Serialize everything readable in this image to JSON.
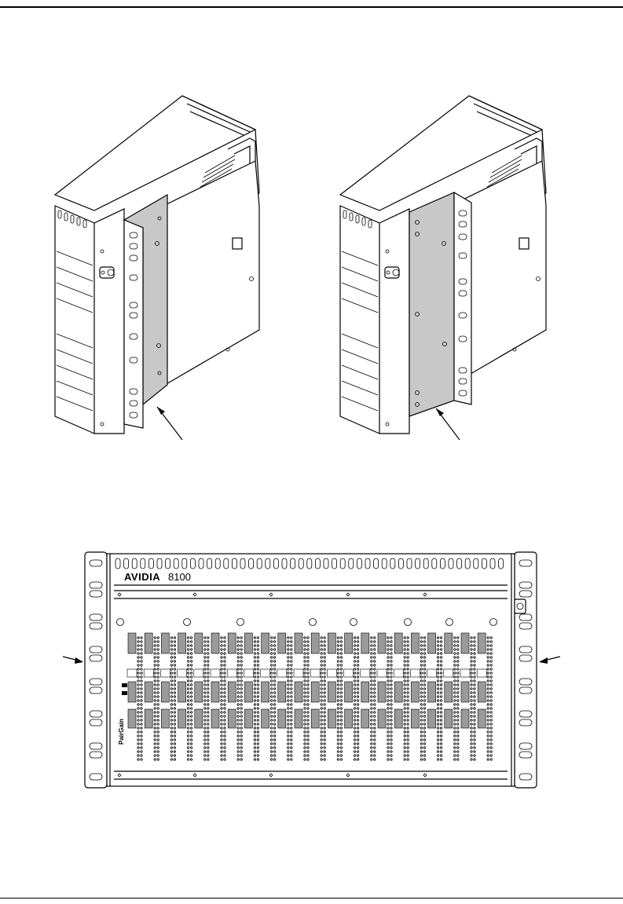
{
  "figure": {
    "brand_name": "AVIDIA",
    "model_number": "8100",
    "vendor_logo_text": "PairGain",
    "icons": [
      "ear-mount-bracket-icon",
      "arrow-icon",
      "ground-lug-icon"
    ]
  }
}
